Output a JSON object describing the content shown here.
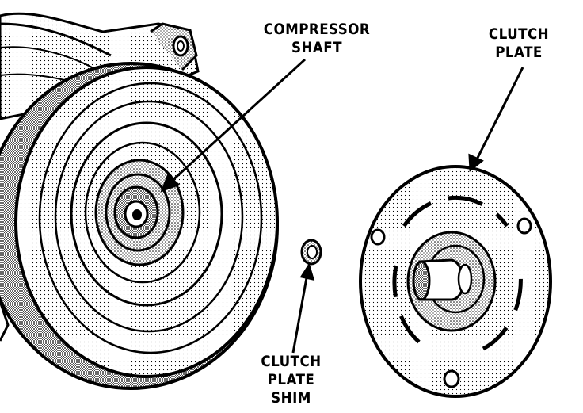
{
  "labels": {
    "compressor_shaft": [
      "COMPRESSOR",
      "SHAFT"
    ],
    "clutch_plate": [
      "CLUTCH",
      "PLATE"
    ],
    "clutch_plate_shim": [
      "CLUTCH",
      "PLATE",
      "SHIM"
    ]
  },
  "colors": {
    "ink": "#000000",
    "paper": "#ffffff",
    "shade": "#9a9a9a"
  }
}
